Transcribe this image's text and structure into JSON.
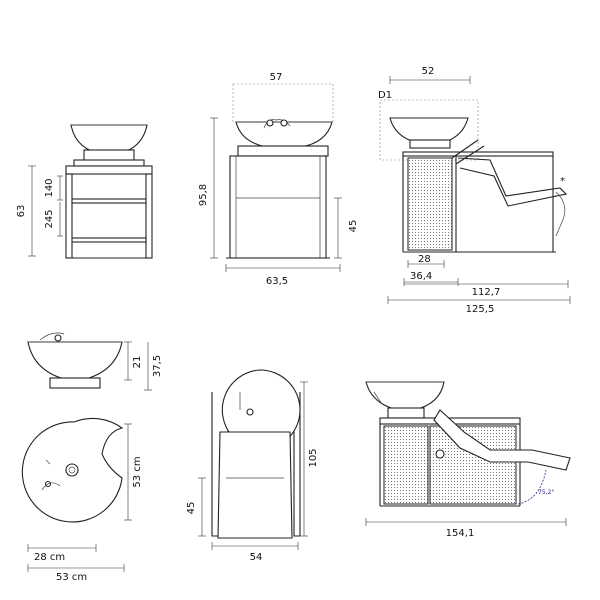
{
  "dimensions": {
    "front_height": "63",
    "front_upper": "140",
    "front_lower": "245",
    "side_width": "57",
    "side_height": "95,8",
    "side_mid_height": "45",
    "side_base_width": "63,5",
    "chair_width": "52",
    "chair_label": "D1",
    "chair_inner": "28",
    "chair_inner2": "36,4",
    "chair_len1": "112,7",
    "chair_len2": "125,5",
    "chair_mark": "*",
    "bowl_h1": "21",
    "bowl_h2": "37,5",
    "bowl_top_depth": "53 cm",
    "bowl_top_inner": "28 cm",
    "bowl_top_width": "53 cm",
    "plan_height": "105",
    "plan_lower": "45",
    "plan_width": "54",
    "persp_length": "154,1",
    "persp_angle": "75,2°"
  },
  "colors": {
    "line": "#222222",
    "accent_angle": "#2a2a8a"
  }
}
